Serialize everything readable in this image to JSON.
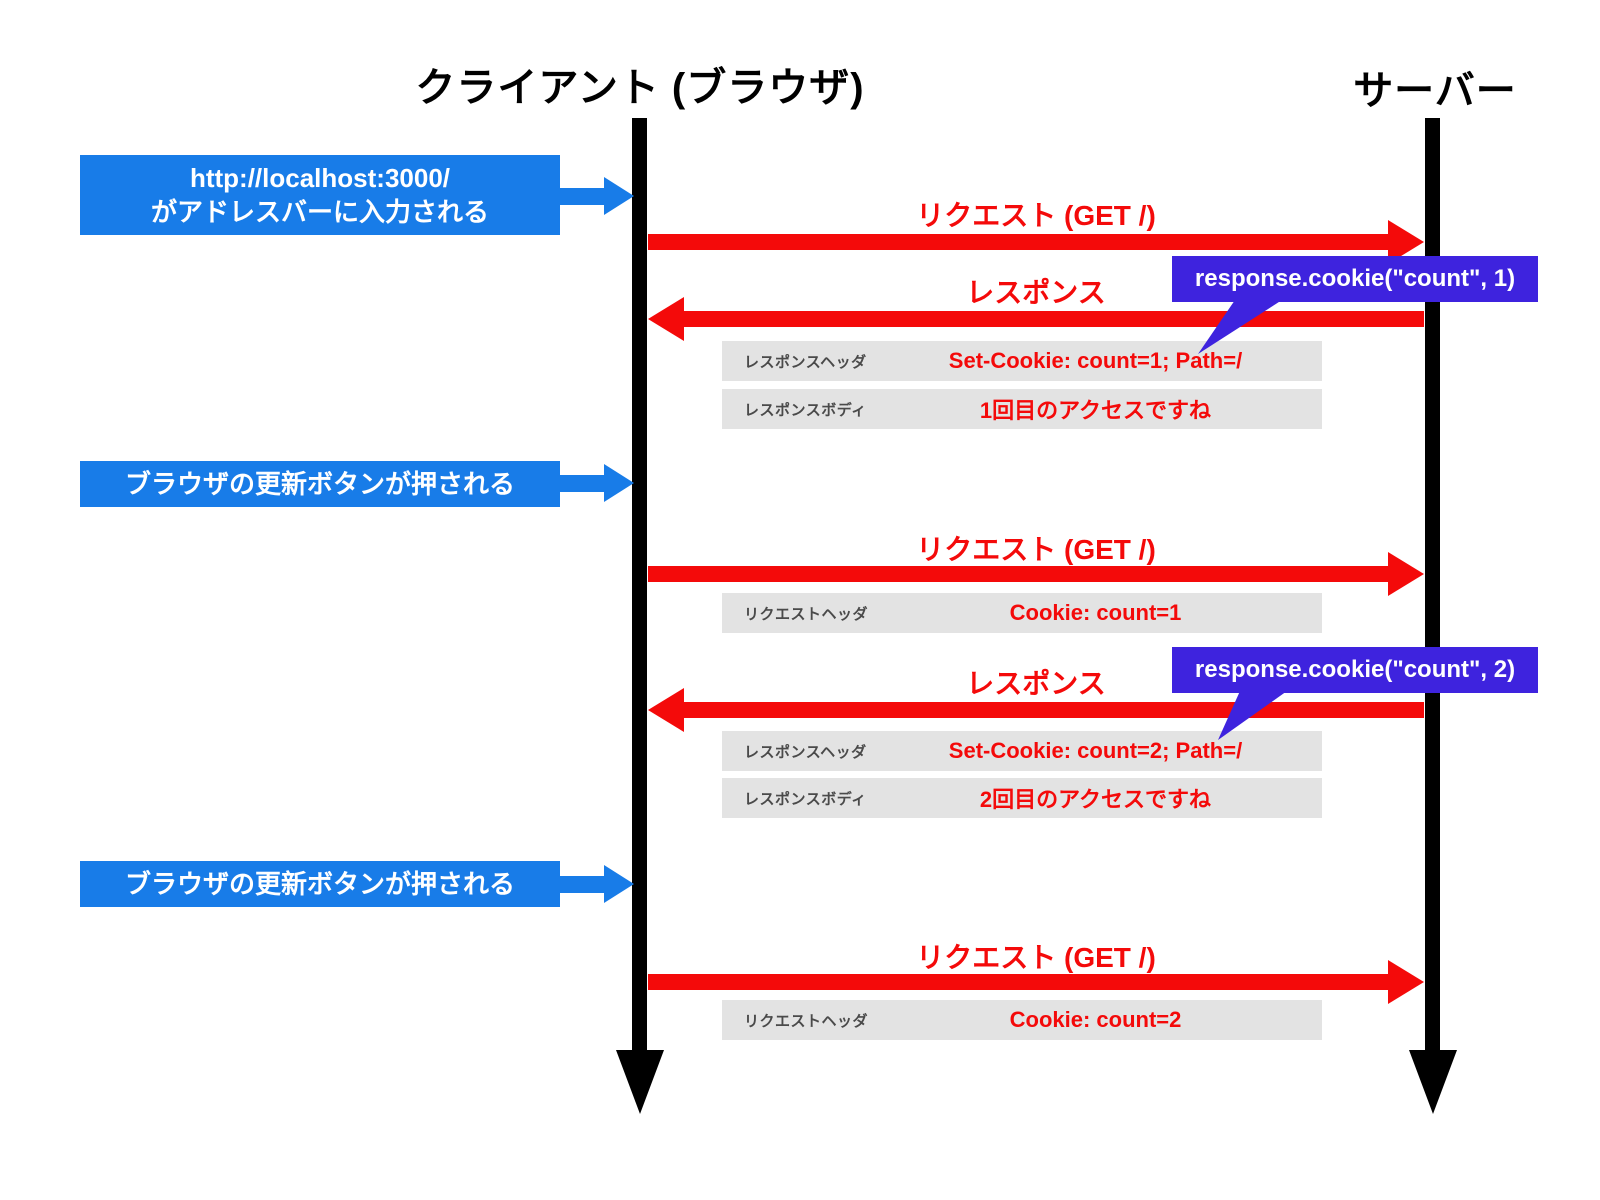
{
  "actors": {
    "client": "クライアント (ブラウザ)",
    "server": "サーバー"
  },
  "events": [
    {
      "line1": "http://localhost:3000/",
      "line2": "がアドレスバーに入力される"
    },
    {
      "line1": "ブラウザの更新ボタンが押される"
    },
    {
      "line1": "ブラウザの更新ボタンが押される"
    }
  ],
  "messages": {
    "request1": "リクエスト (GET /)",
    "response1": "レスポンス",
    "request2": "リクエスト (GET /)",
    "response2": "レスポンス",
    "request3": "リクエスト (GET /)"
  },
  "annotations": {
    "cookie1": "response.cookie(\"count\", 1)",
    "cookie2": "response.cookie(\"count\", 2)"
  },
  "rows": [
    {
      "label": "レスポンスヘッダ",
      "value": "Set-Cookie: count=1; Path=/"
    },
    {
      "label": "レスポンスボディ",
      "value": "1回目のアクセスですね"
    },
    {
      "label": "リクエストヘッダ",
      "value": "Cookie: count=1"
    },
    {
      "label": "レスポンスヘッダ",
      "value": "Set-Cookie: count=2; Path=/"
    },
    {
      "label": "レスポンスボディ",
      "value": "2回目のアクセスですね"
    },
    {
      "label": "リクエストヘッダ",
      "value": "Cookie: count=2"
    }
  ],
  "colors": {
    "event_blue": "#187ce8",
    "message_red": "#f40a0a",
    "annotation_purple": "#3e23de",
    "row_gray": "#e3e3e3",
    "row_label_gray": "#4a4a4a",
    "lifeline_black": "#000000"
  }
}
